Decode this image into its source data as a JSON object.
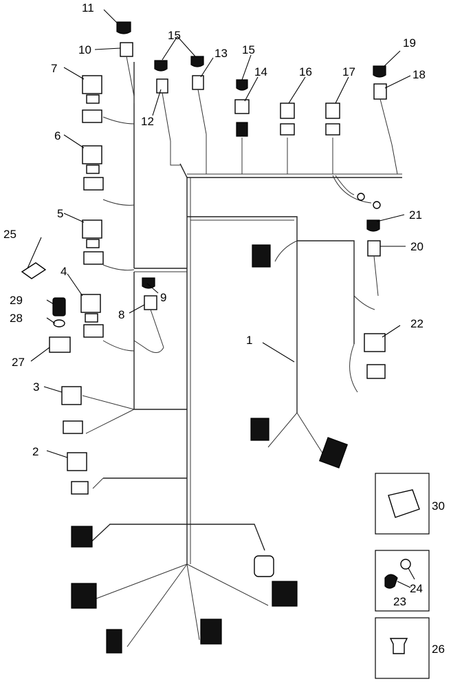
{
  "callouts": {
    "c1": "1",
    "c2": "2",
    "c3": "3",
    "c4": "4",
    "c5": "5",
    "c6": "6",
    "c7": "7",
    "c8": "8",
    "c9": "9",
    "c10": "10",
    "c11": "11",
    "c12": "12",
    "c13": "13",
    "c14": "14",
    "c15a": "15",
    "c15b": "15",
    "c16": "16",
    "c17": "17",
    "c18": "18",
    "c19": "19",
    "c20": "20",
    "c21": "21",
    "c22": "22",
    "c23": "23",
    "c24": "24",
    "c25": "25",
    "c26": "26",
    "c27": "27",
    "c28": "28",
    "c29": "29",
    "c30": "30"
  }
}
